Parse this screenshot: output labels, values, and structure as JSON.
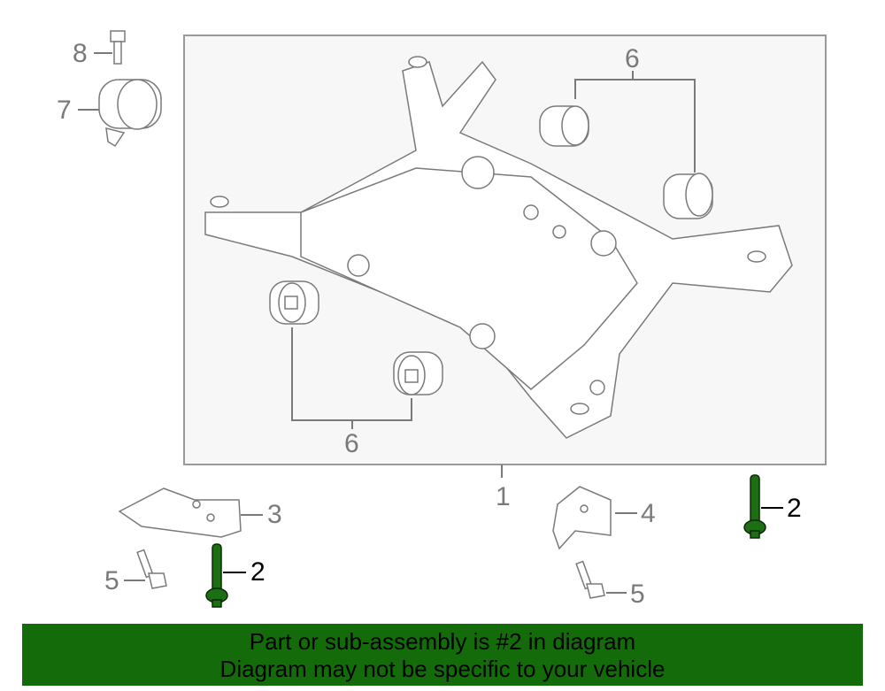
{
  "callouts": {
    "c1": "1",
    "c2a": "2",
    "c2b": "2",
    "c3": "3",
    "c4": "4",
    "c5a": "5",
    "c5b": "5",
    "c6a": "6",
    "c6b": "6",
    "c7": "7",
    "c8": "8"
  },
  "banner": {
    "line1": "Part or sub-assembly is #2 in diagram",
    "line2": "Diagram may not be specific to your vehicle"
  },
  "colors": {
    "highlight": "#146b0a",
    "linework": "#7a7a7a",
    "frame_bg": "#f7f7f7"
  }
}
